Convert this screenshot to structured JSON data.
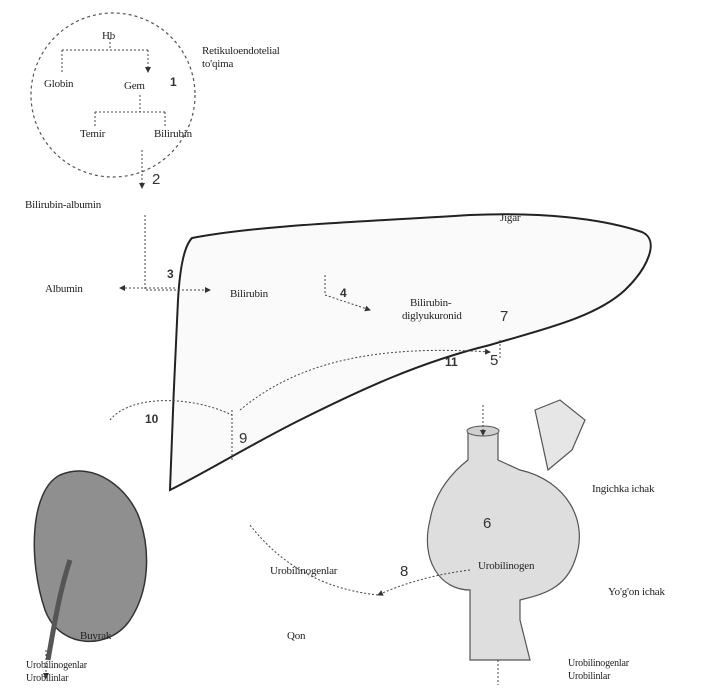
{
  "labels": {
    "hb": "Hb",
    "globin": "Globin",
    "gem": "Gem",
    "temir": "Temir",
    "bilirubin_top": "Bilirubin",
    "res_line1": "Retikuloendotelial",
    "res_line2": "to'qima",
    "bilirubin_albumin": "Bilirubin-albumin",
    "jigar": "Jigar",
    "albumin": "Albumin",
    "bilirubin_liver": "Bilirubin",
    "bdg_line1": "Bilirubin-",
    "bdg_line2": "diglyukuronid",
    "ingichka_ichak": "Ingichka ichak",
    "urobilinogen": "Urobilinogen",
    "urobilinogenlar_mid": "Urobilinogenlar",
    "yogon_ichak": "Yo'g'on ichak",
    "qon": "Qon",
    "buyrak": "Buyrak",
    "uro_left_1": "Urobilinogenlar",
    "uro_left_2": "Urobilinlar",
    "uro_right_1": "Urobilinogenlar",
    "uro_right_2": "Urobilinlar"
  },
  "step_numbers": {
    "n1": "1",
    "n2": "2",
    "n3": "3",
    "n4": "4",
    "n5": "5",
    "n6": "6",
    "n7": "7",
    "n8": "8",
    "n9": "9",
    "n10": "10",
    "n11": "11"
  },
  "colors": {
    "line": "#444444",
    "organ_fill": "#d9d9d9",
    "kidney_fill": "#8f8f8f"
  }
}
